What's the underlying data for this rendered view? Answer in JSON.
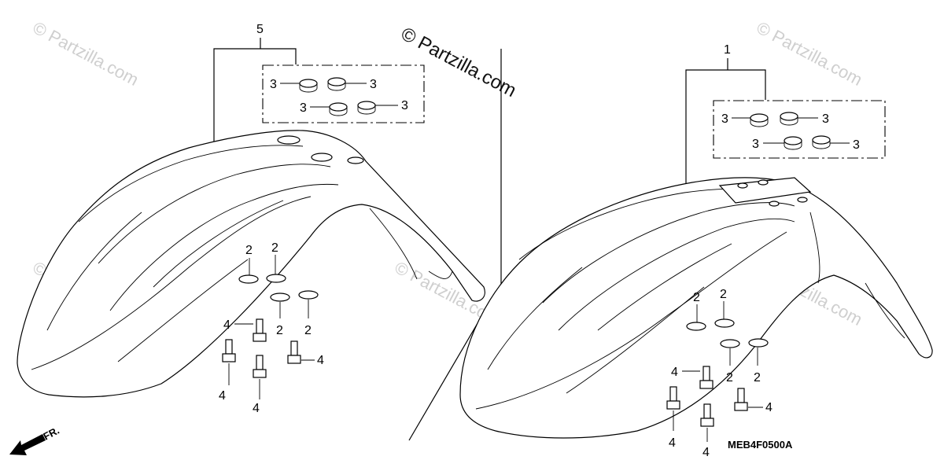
{
  "watermark": {
    "main": "© Partzilla.com",
    "faint": "© Partzilla.com"
  },
  "labels": {
    "assembly_left": "5",
    "assembly_right": "1",
    "grommet": "3",
    "washer": "2",
    "bolt": "4"
  },
  "front_indicator": "FR.",
  "diagram_code": "MEB4F0500A",
  "colors": {
    "line": "#000000",
    "watermark": "#cfcfcf",
    "background": "#ffffff"
  }
}
